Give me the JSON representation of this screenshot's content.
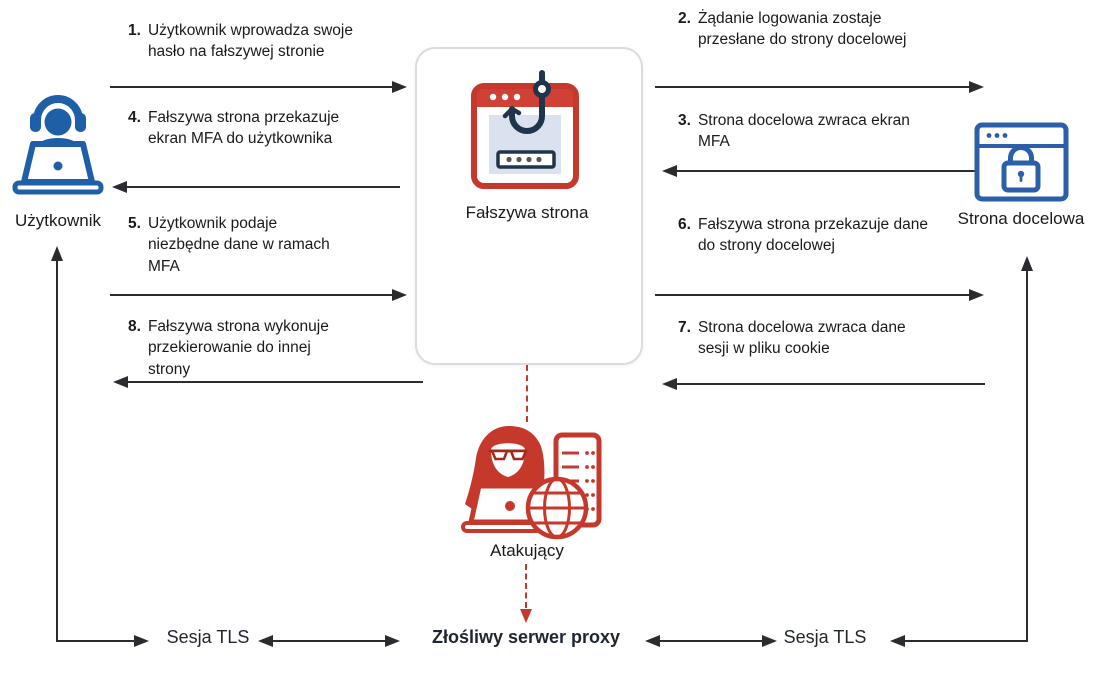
{
  "title": "AiTM phishing flow diagram",
  "nodes": {
    "user": {
      "label": "Użytkownik",
      "icon": "user-laptop-icon"
    },
    "fake_site": {
      "label": "Fałszywa strona",
      "icon": "phishing-browser-icon"
    },
    "target_site": {
      "label": "Strona docelowa",
      "icon": "secure-browser-icon"
    },
    "attacker": {
      "label": "Atakujący",
      "icon": "hacker-proxy-icon"
    }
  },
  "steps": [
    {
      "num": "1.",
      "text": "Użytkownik wprowadza swoje hasło na fałszywej stronie",
      "direction": "right"
    },
    {
      "num": "2.",
      "text": "Żądanie logowania zostaje przesłane do strony docelowej",
      "direction": "right"
    },
    {
      "num": "3.",
      "text": "Strona docelowa zwraca ekran MFA",
      "direction": "left"
    },
    {
      "num": "4.",
      "text": "Fałszywa strona przekazuje ekran MFA do użytkownika",
      "direction": "left"
    },
    {
      "num": "5.",
      "text": "Użytkownik podaje niezbędne dane w ramach MFA",
      "direction": "right"
    },
    {
      "num": "6.",
      "text": "Fałszywa strona przekazuje dane do strony docelowej",
      "direction": "right"
    },
    {
      "num": "7.",
      "text": "Strona docelowa zwraca dane sesji w pliku cookie",
      "direction": "left"
    },
    {
      "num": "8.",
      "text": "Fałszywa strona wykonuje przekierowanie do innej strony",
      "direction": "left"
    }
  ],
  "bottom": {
    "tls_left": "Sesja TLS",
    "proxy": "Złośliwy serwer proxy",
    "tls_right": "Sesja TLS"
  },
  "colors": {
    "blue": "#1f5fa8",
    "red": "#c5392c",
    "arrow": "#2b2b30",
    "text": "#1a1a1a",
    "panel-border": "#dcdcdc",
    "screen": "#d9e2ee",
    "hook": "#20344c"
  }
}
